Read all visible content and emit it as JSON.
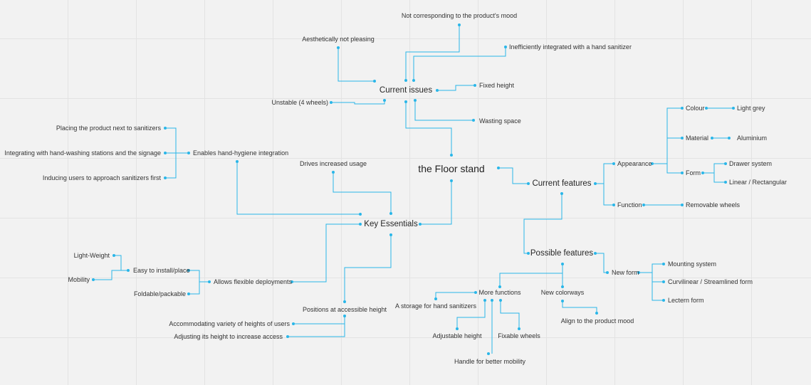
{
  "colors": {
    "connector": "#29b6e8",
    "text": "#333333",
    "background": "#f2f2f2"
  },
  "mindmap": {
    "root": "the Floor stand",
    "current_issues": {
      "label": "Current issues",
      "items": {
        "not_mood": "Not corresponding to the product's mood",
        "not_pleasing": "Aesthetically not pleasing",
        "inefficient": "Inefficiently integrated with a hand sanitizer",
        "fixed_height": "Fixed height",
        "unstable": "Unstable (4 wheels)",
        "wasting_space": "Wasting space"
      }
    },
    "key_essentials": {
      "label": "Key Essentials",
      "drives_usage": "Drives increased usage",
      "hygiene": {
        "label": "Enables hand-hygiene integration",
        "items": {
          "placing": "Placing the product next to sanitizers",
          "integrating": "Integrating with hand-washing stations and the signage",
          "inducing": "Inducing users to approach sanitizers first"
        }
      },
      "flexible": {
        "label": "Allows flexible deployments",
        "easy_install": "Easy to install/place",
        "light_weight": "Light-Weight",
        "mobility": "Mobility",
        "foldable": "Foldable/packable"
      },
      "positions": {
        "label": "Positions at accessible height",
        "accommodating": "Accommodating variety of heights of users",
        "adjusting": "Adjusting its height to increase access"
      }
    },
    "current_features": {
      "label": "Current features",
      "appearance": {
        "label": "Appearance",
        "colour": "Colour",
        "light_grey": "Light grey",
        "material": "Material",
        "aluminium": "Aluminium",
        "form": "Form",
        "drawer": "Drawer system",
        "linear": "Linear / Rectangular"
      },
      "function": {
        "label": "Function",
        "removable": "Removable wheels"
      }
    },
    "possible_features": {
      "label": "Possible features",
      "more_functions": {
        "label": "More functions",
        "storage": "A storage for hand sanitizers",
        "adjustable": "Adjustable height",
        "handle": "Handle for better mobility",
        "fixable": "Fixable wheels"
      },
      "colorways": {
        "label": "New colorways",
        "align": "Align to the product mood"
      },
      "new_form": {
        "label": "New form",
        "mounting": "Mounting system",
        "curvilinear": "Curvilinear / Streamlined form",
        "lectern": "Lectern form"
      }
    }
  }
}
